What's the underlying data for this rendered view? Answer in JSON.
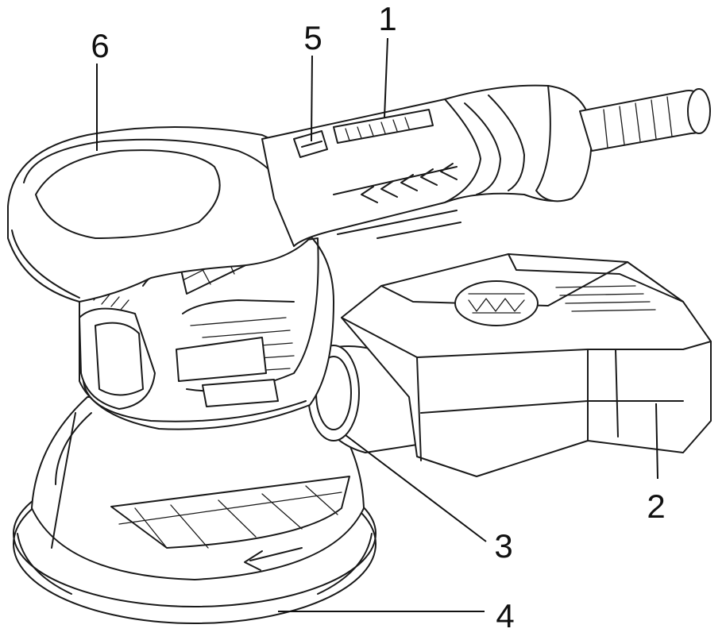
{
  "figure": {
    "callouts": [
      {
        "label": "1",
        "part": "switch"
      },
      {
        "label": "2",
        "part": "dust-box"
      },
      {
        "label": "3",
        "part": "dust-outlet"
      },
      {
        "label": "4",
        "part": "sanding-pad"
      },
      {
        "label": "5",
        "part": "speed-dial"
      },
      {
        "label": "6",
        "part": "palm-grip"
      }
    ]
  },
  "colors": {
    "line": "#1a1a1a",
    "background": "#ffffff"
  }
}
